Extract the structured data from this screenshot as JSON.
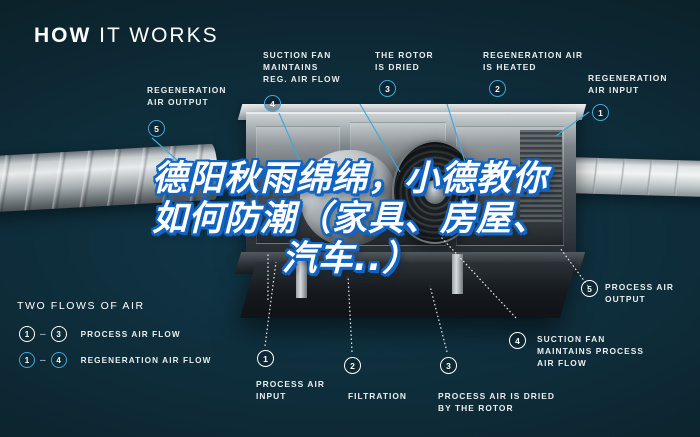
{
  "header": {
    "title_bold": "HOW",
    "title_rest": " IT WORKS"
  },
  "colors": {
    "background": "#0c2430",
    "accent_blue": "#3fa9d8",
    "text_white": "#e9eef0",
    "overlay_outline": "#1163c4"
  },
  "callouts": [
    {
      "id": "regeneration-air-output",
      "number": "5",
      "ring": "blue",
      "text": "REGENERATION\nAIR OUTPUT"
    },
    {
      "id": "suction-fan-reg",
      "number": "4",
      "ring": "blue",
      "text": "SUCTION FAN\nMAINTAINS\nREG. AIR FLOW"
    },
    {
      "id": "rotor-is-dried",
      "number": "3",
      "ring": "blue",
      "text": "THE ROTOR\nIS DRIED"
    },
    {
      "id": "regeneration-air-heated",
      "number": "2",
      "ring": "blue",
      "text": "REGENERATION AIR\nIS HEATED"
    },
    {
      "id": "regeneration-air-input",
      "number": "1",
      "ring": "blue",
      "text": "REGENERATION\nAIR INPUT"
    },
    {
      "id": "process-air-output",
      "number": "5",
      "ring": "white",
      "text": "PROCESS AIR\nOUTPUT"
    },
    {
      "id": "suction-fan-process",
      "number": "4",
      "ring": "white",
      "text": "SUCTION FAN\nMAINTAINS PROCESS\nAIR FLOW"
    },
    {
      "id": "process-air-input",
      "number": "1",
      "ring": "white",
      "text": "PROCESS AIR\nINPUT"
    },
    {
      "id": "filtration",
      "number": "2",
      "ring": "white",
      "text": "FILTRATION"
    },
    {
      "id": "process-air-dried",
      "number": "3",
      "ring": "white",
      "text": "PROCESS AIR IS DRIED\nBY THE ROTOR"
    }
  ],
  "legend": {
    "title": "TWO FLOWS OF AIR",
    "rows": [
      {
        "from": "1",
        "dash": "–",
        "to": "3",
        "ring": "white",
        "label": "PROCESS AIR FLOW"
      },
      {
        "from": "1",
        "dash": "–",
        "to": "4",
        "ring": "blue",
        "label": "REGENERATION AIR FLOW"
      }
    ]
  },
  "overlay": {
    "text": "德阳秋雨绵绵，小德教你\n如何防潮（家具、房屋、\n汽车..）"
  }
}
